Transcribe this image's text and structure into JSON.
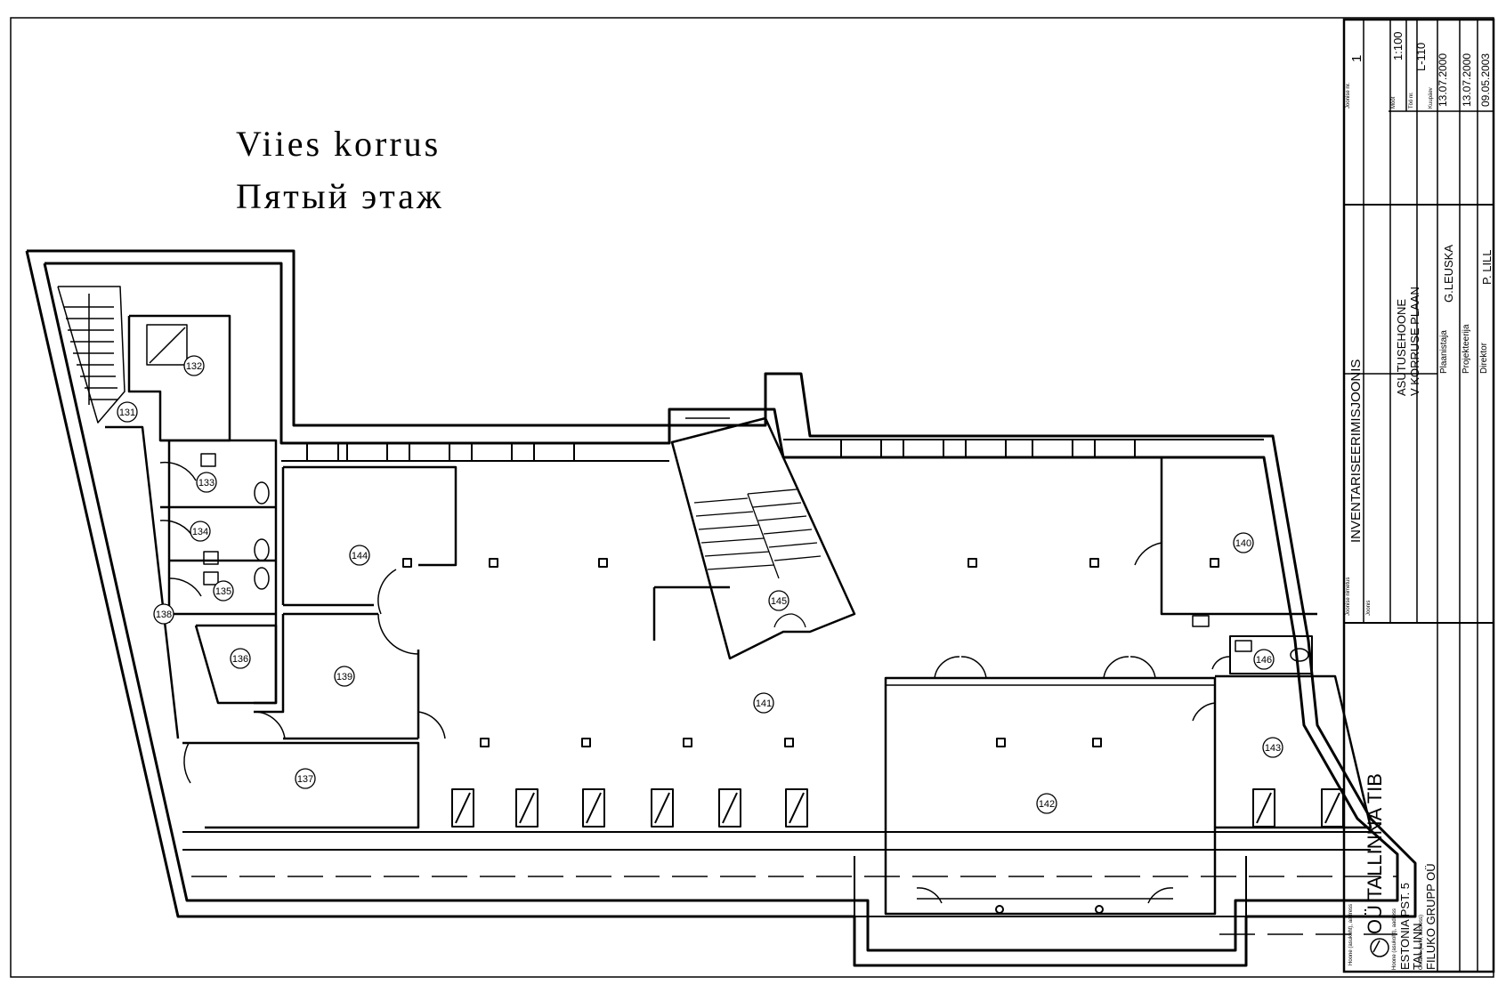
{
  "heading": {
    "title_et": "Viies korrus",
    "title_ru": "Пятый этаж"
  },
  "rooms": [
    "131",
    "132",
    "133",
    "134",
    "135",
    "136",
    "137",
    "138",
    "139",
    "140",
    "141",
    "142",
    "143",
    "144",
    "145",
    "146"
  ],
  "title_block": {
    "company": "OÜ TALLINNA TIB",
    "address_label": "Hoone (asukoht), aadress",
    "address_line1": "ESTONIA PST. 5",
    "address_line2": "TALLINN",
    "owner_label": "Omanik (nimi, aadress)",
    "owner": "FILUKO GRUPP OÜ",
    "drawing_title_label": "Joonise nimetus",
    "drawing_title": "INVENTARISEERIMISJOONIS",
    "drawing_label": "Joonis",
    "drawing_line1": "ASUTUSEHOONE",
    "drawing_line2": "V KORRUSE PLAAN",
    "planner_label": "Plaanistaja",
    "planner": "G.LEUSKA",
    "designer_label": "Projekteerija",
    "director_label": "Direktor",
    "director": "P. LILL",
    "drawing_no_label": "Joonise nr.",
    "drawing_no": "1",
    "scale_label": "Mõõt",
    "scale": "1:100",
    "work_no_label": "Töö nr.",
    "work_no": "L-110",
    "date_label": "Kuupäev",
    "date1": "13.07.2000",
    "date2": "13.07.2000",
    "date3": "09.05.2003"
  }
}
